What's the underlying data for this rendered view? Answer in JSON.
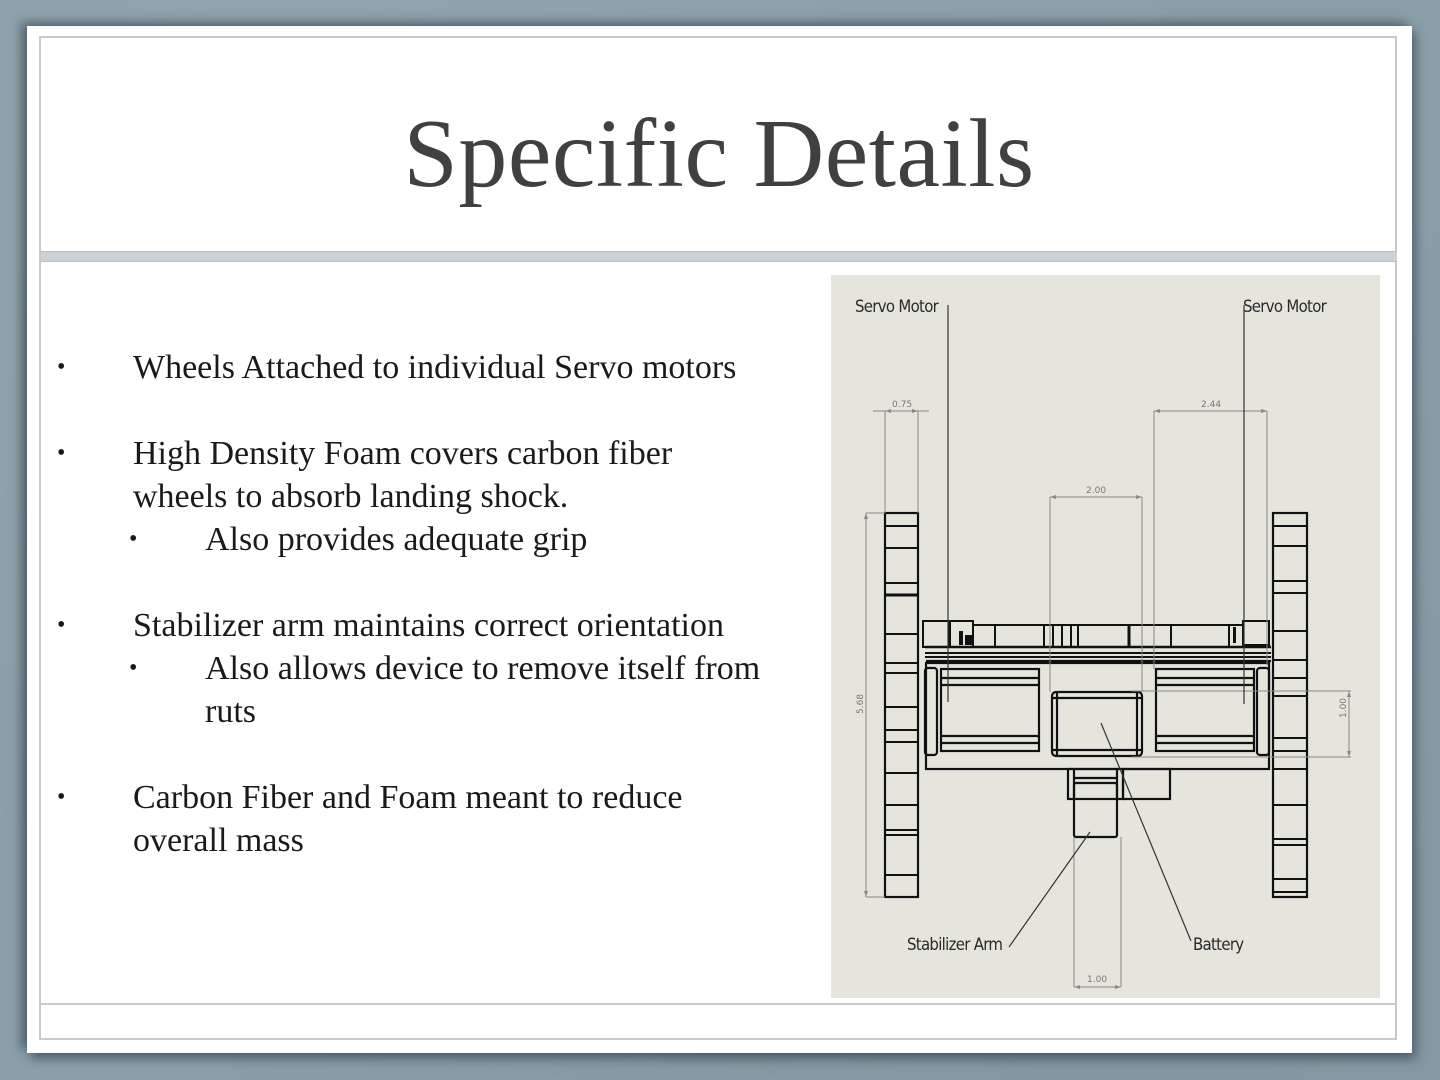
{
  "slide": {
    "title": "Specific Details",
    "bullets": [
      {
        "text": "Wheels Attached to individual Servo motors",
        "sub": []
      },
      {
        "text": "High Density Foam covers carbon fiber wheels to absorb landing shock.",
        "line1": "High Density Foam covers carbon fiber",
        "line2": "wheels to absorb landing shock.",
        "sub": [
          "Also provides adequate grip"
        ]
      },
      {
        "text": "Stabilizer arm maintains correct orientation",
        "sub": [
          "Also allows device to remove itself from ruts"
        ],
        "sub_line1": "Also allows device to remove itself from",
        "sub_line2": "ruts"
      },
      {
        "text": "Carbon Fiber and Foam meant to reduce overall mass",
        "line1": "Carbon Fiber and Foam meant to reduce",
        "line2": "overall mass",
        "sub": []
      }
    ],
    "bullet_glyph": "•"
  },
  "diagram": {
    "background": "#e6e5dc",
    "callouts": {
      "servo_left": "Servo Motor",
      "servo_right": "Servo Motor",
      "stabilizer": "Stabilizer Arm",
      "battery": "Battery"
    },
    "dimensions": {
      "wheel_width": "0.75",
      "servo_offset": "2.44",
      "battery_width": "2.00",
      "wheel_height": "5.68",
      "right_height": "1.00",
      "arm_width": "1.00"
    }
  },
  "colors": {
    "background": "#8b9fa9",
    "slide": "#ffffff",
    "title": "#404040",
    "rule": "#cbd1d4",
    "text": "#1a1a1a"
  }
}
